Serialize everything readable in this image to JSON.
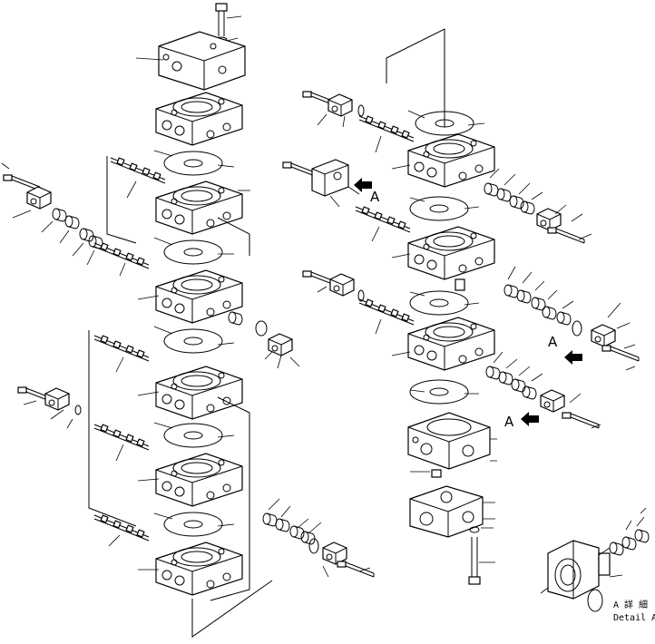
{
  "view_labels": {
    "arrow_a_1": "A",
    "arrow_a_2": "A",
    "arrow_a_3": "A"
  },
  "detail_caption": {
    "japanese": "A 詳 細",
    "english": "Detail A"
  },
  "icons": [
    "view-arrow-icon"
  ]
}
